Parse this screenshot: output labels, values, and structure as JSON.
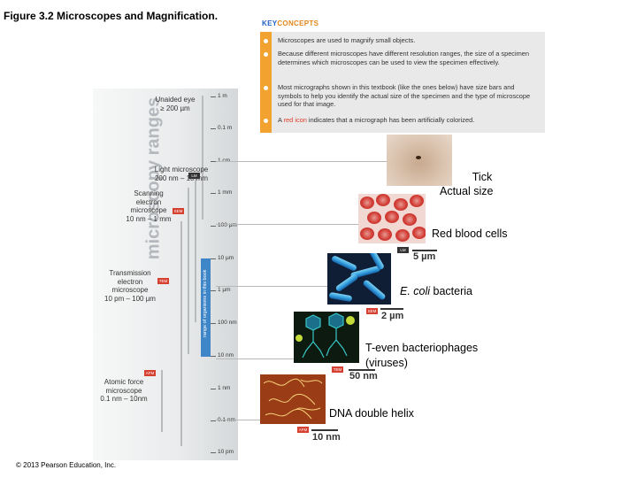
{
  "figure": {
    "title": "Figure 3.2 Microscopes and Magnification.",
    "copyright": "© 2013 Pearson Education, Inc."
  },
  "key_concepts": {
    "label_key": "KEY",
    "label_concepts": "CONCEPTS",
    "items": [
      "Microscopes are used to magnify small objects.",
      "Because different microscopes have different resolution ranges, the size of a specimen determines which microscopes can be used to view the specimen effectively.",
      "Most micrographs shown in this textbook (like the ones below) have size bars and symbols to help you identify the actual size of the specimen and the type of microscope used for that image."
    ],
    "last_item": {
      "prefix": "A ",
      "highlight": "red icon",
      "suffix": " indicates that a micrograph has been artificially colorized."
    },
    "strip_color": "#f2a22e"
  },
  "scale_panel": {
    "vertical_title": "microscopy ranges",
    "scale_labels": [
      "1 m",
      "0.1 m",
      "1 cm",
      "1 mm",
      "100 µm",
      "10 µm",
      "1 µm",
      "100 nm",
      "10 nm",
      "1 nm",
      "0.1 nm",
      "10 pm"
    ],
    "book_range_label": "range of organisms in this book",
    "microscopes": [
      {
        "name": "Unaided eye",
        "range": "≥ 200 µm"
      },
      {
        "name": "Light microscope",
        "range": "200 nm – 10 mm"
      },
      {
        "name": "Scanning electron microscope",
        "range": "10 nm – 1 mm"
      },
      {
        "name": "Transmission electron microscope",
        "range": "10 pm – 100 µm"
      },
      {
        "name": "Atomic force microscope",
        "range": "0.1 nm – 10 nm"
      }
    ],
    "scanning_lines": [
      "Scanning",
      "electron",
      "microscope",
      "10 nm – 1 mm"
    ],
    "transmission_lines": [
      "Transmission",
      "electron",
      "microscope",
      "10 pm – 100 µm"
    ],
    "atomic_lines": [
      "Atomic force",
      "microscope",
      "0.1 nm – 10nm"
    ],
    "badges": {
      "lm": "LM",
      "sem": "SEM",
      "tem": "TEM",
      "afm": "AFM"
    }
  },
  "specimens": [
    {
      "label": "Tick",
      "label2": "Actual size",
      "scale": ""
    },
    {
      "label": "Red blood cells",
      "scale": "5 µm",
      "badge": "LM"
    },
    {
      "label_italic": "E. coli",
      "label": " bacteria",
      "scale": "2 µm",
      "badge": "SEM"
    },
    {
      "label": "T-even bacteriophages",
      "label2": "(viruses)",
      "scale": "50 nm",
      "badge": "TEM"
    },
    {
      "label": "DNA double helix",
      "scale": "10 nm",
      "badge": "AFM"
    }
  ],
  "colors": {
    "accent_blue": "#3e86c8",
    "badge_red": "#d64030",
    "key_blue": "#1e62c6",
    "key_orange": "#e2871d"
  }
}
